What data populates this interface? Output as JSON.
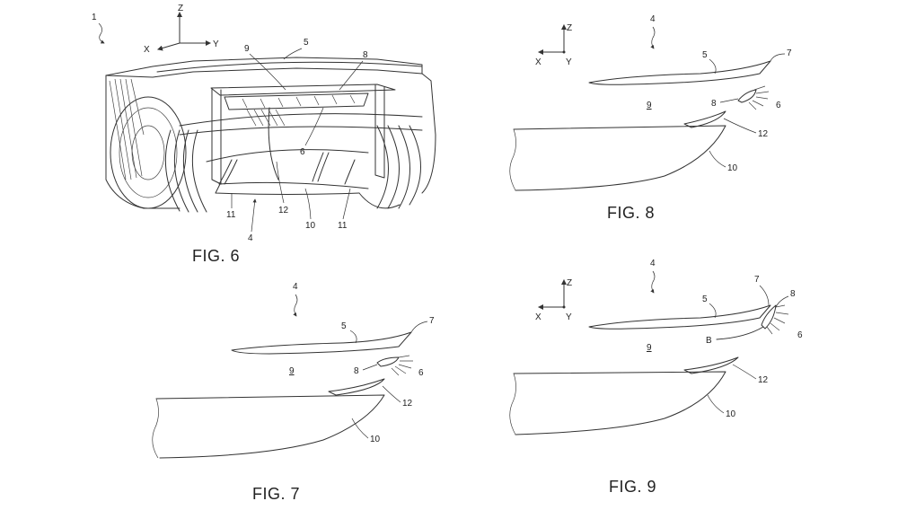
{
  "figures": {
    "fig6": {
      "caption": "FIG. 6",
      "ref_vehicle": "1",
      "axes": {
        "z": "Z",
        "x": "X",
        "y": "Y"
      },
      "labels": {
        "l4": "4",
        "l5": "5",
        "l6": "6",
        "l8": "8",
        "l9": "9",
        "l10": "10",
        "l11a": "11",
        "l11b": "11",
        "l12": "12"
      }
    },
    "fig7": {
      "caption": "FIG. 7",
      "labels": {
        "l4": "4",
        "l5": "5",
        "l6": "6",
        "l7": "7",
        "l8": "8",
        "l9": "9",
        "l10": "10",
        "l12": "12"
      }
    },
    "fig8": {
      "caption": "FIG. 8",
      "axes": {
        "z": "Z",
        "x": "X",
        "y": "Y"
      },
      "labels": {
        "l4": "4",
        "l5": "5",
        "l6": "6",
        "l7": "7",
        "l8": "8",
        "l9": "9",
        "l10": "10",
        "l12": "12"
      }
    },
    "fig9": {
      "caption": "FIG. 9",
      "axes": {
        "z": "Z",
        "x": "X",
        "y": "Y"
      },
      "labels": {
        "l4": "4",
        "l5": "5",
        "l6": "6",
        "l7": "7",
        "l8": "8",
        "l9": "9",
        "l10": "10",
        "l12": "12",
        "lB": "B"
      }
    }
  }
}
